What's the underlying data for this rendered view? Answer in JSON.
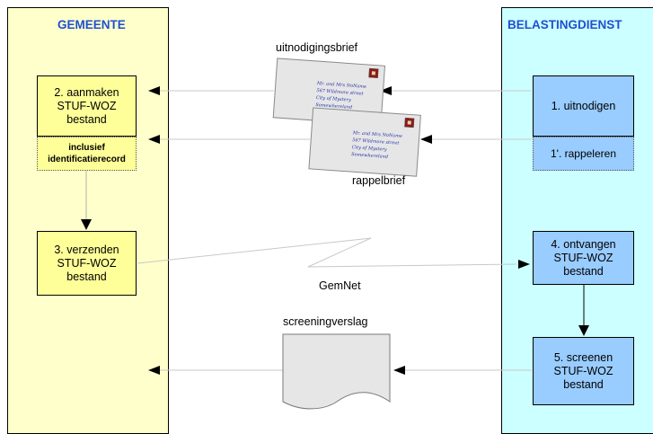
{
  "lanes": {
    "left_title": "GEMEENTE",
    "right_title": "BELASTINGDIENST"
  },
  "gemeente": {
    "step2": [
      "2. aanmaken",
      "STUF-WOZ",
      "bestand"
    ],
    "step2_note": [
      "inclusief",
      "identificatierecord"
    ],
    "step3": [
      "3. verzenden",
      "STUF-WOZ",
      "bestand"
    ]
  },
  "belastingdienst": {
    "step1": "1. uitnodigen",
    "step1b": "1'. rappeleren",
    "step4": [
      "4. ontvangen",
      "STUF-WOZ",
      "bestand"
    ],
    "step5": [
      "5. screenen",
      "STUF-WOZ",
      "bestand"
    ]
  },
  "documents": {
    "invitation": "uitnodigingsbrief",
    "reminder": "rappelbrief",
    "network": "GemNet",
    "report": "screeningverslag"
  },
  "envelope_address": [
    "Mr. and Mrs NoName",
    "567 Wildmore street",
    "City of Mystery",
    "Somewhereland"
  ]
}
